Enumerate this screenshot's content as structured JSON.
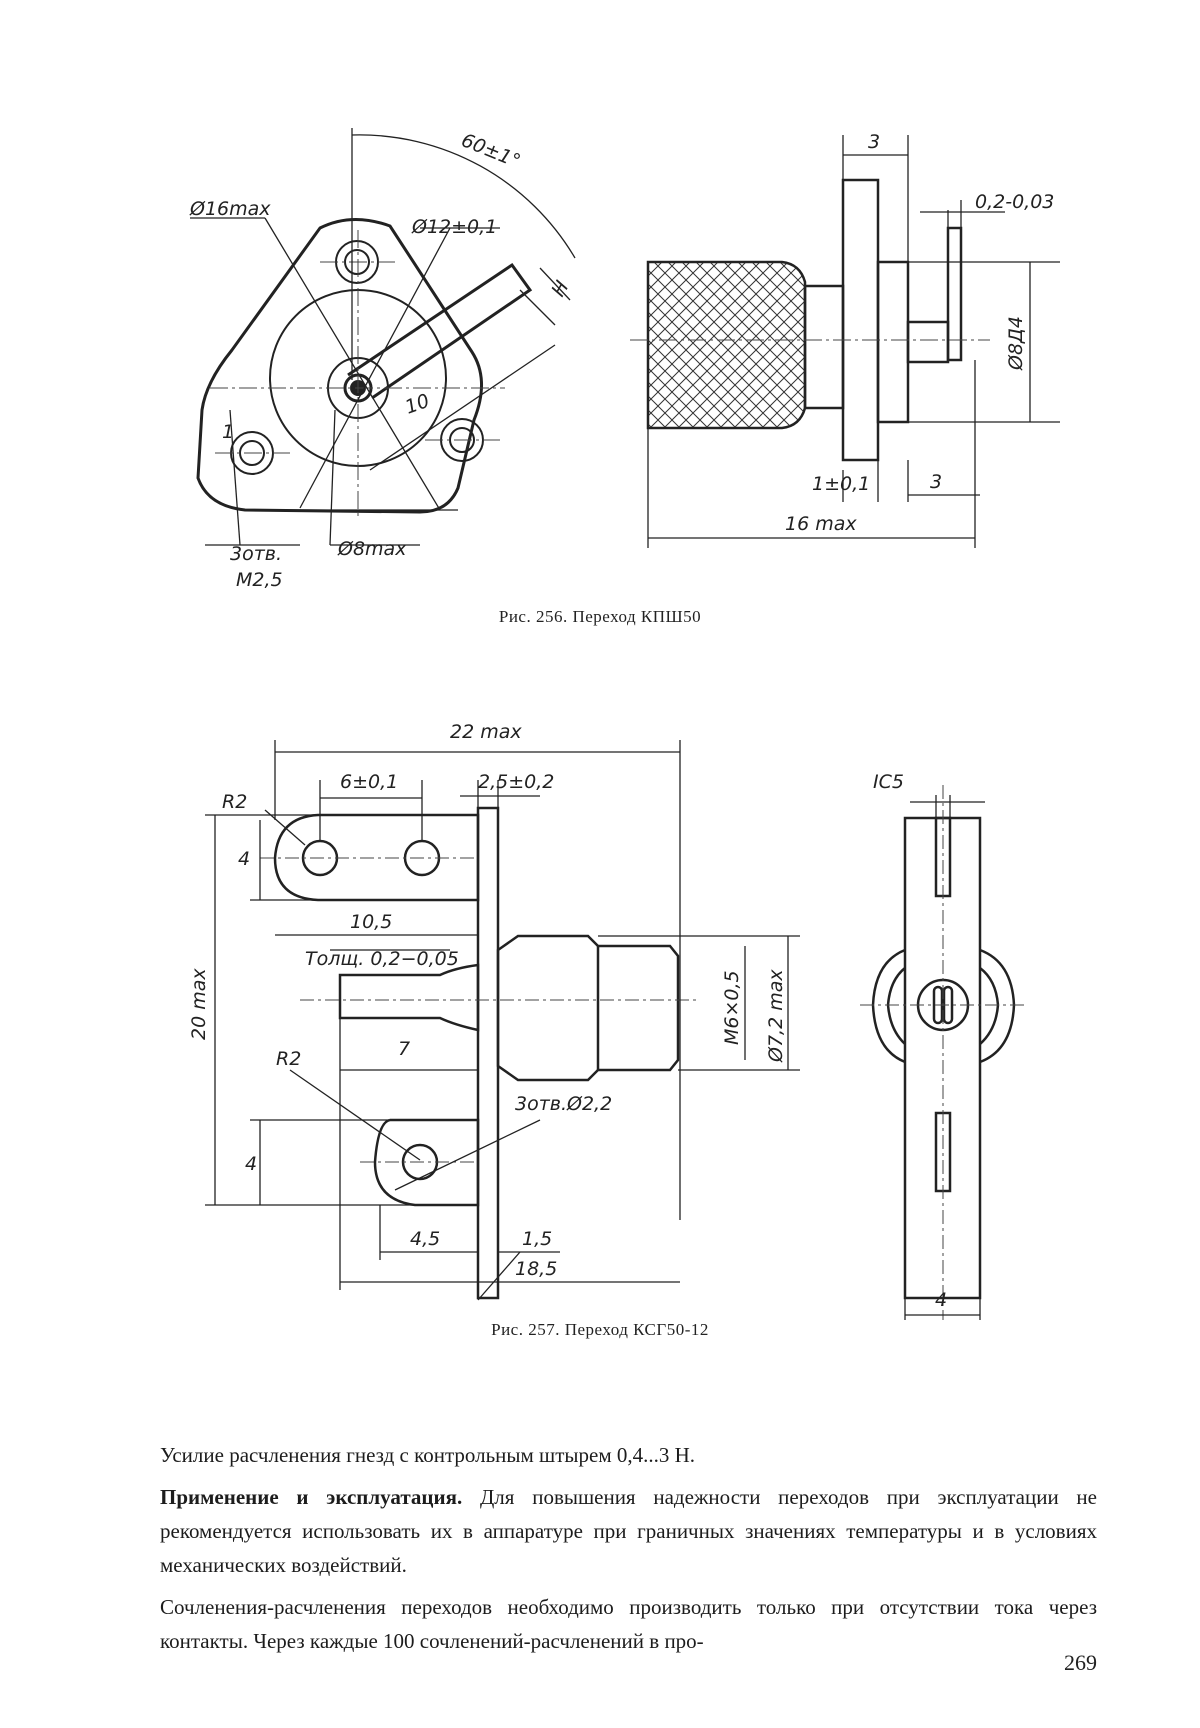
{
  "figure256": {
    "caption": "Рис. 256. Переход КПШ50",
    "dims": {
      "d16": "Ø16max",
      "d12": "Ø12±0,1",
      "angle": "60±1°",
      "h": "Н",
      "ten": "10",
      "one": "1",
      "holes": "3отв.",
      "thread": "M2,5",
      "d8": "Ø8max",
      "three_top": "3",
      "tol": "0,2-0,03",
      "d8h": "Ø8Д4",
      "one_tol": "1±0,1",
      "three_bot": "3",
      "len": "16 max"
    }
  },
  "figure257": {
    "caption": "Рис. 257. Переход КСГ50-12",
    "dims": {
      "len22": "22 max",
      "r2a": "R2",
      "pitch": "6±0,1",
      "thk": "2,5±0,2",
      "four_a": "4",
      "ten5": "10,5",
      "sheet": "Толщ. 0,2−0,05",
      "h20": "20 max",
      "seven": "7",
      "r2b": "R2",
      "holes": "3отв.Ø2,2",
      "four_b": "4",
      "m6": "M6×0,5",
      "d72": "Ø7,2 max",
      "d45": "4,5",
      "d15": "1,5",
      "d185": "18,5",
      "ic5": "IC5",
      "four_c": "4"
    }
  },
  "text": {
    "p1": "Усилие расчленения гнезд с контрольным штырем 0,4...3 Н.",
    "p2_lead": "Применение и эксплуатация.",
    "p2": "Для повышения надежности переходов при эксплуатации не рекомендуется использовать их в аппаратуре при граничных значениях температуры и в условиях механических воздействий.",
    "p3": "Сочленения-расчленения переходов необходимо производить только при отсутствии тока через контакты. Через каждые 100 сочленений-расчленений в про-"
  },
  "page_number": "269"
}
